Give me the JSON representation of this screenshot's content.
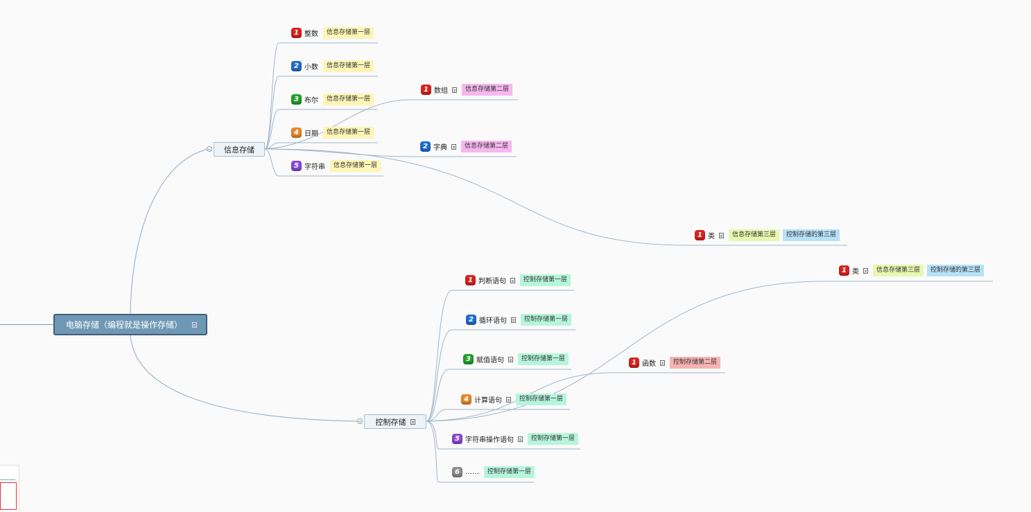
{
  "colors": {
    "line": "#9fb6ca",
    "tag_info1": "#fdf5b6",
    "tag_info2": "#f7b6ee",
    "tag_info3": "#e8f7b0",
    "tag_ctrl1": "#b6f5dc",
    "tag_ctrl2": "#f7b3b3",
    "tag_ctrl3": "#b7e1f7",
    "badge_red": "#d9231f",
    "badge_blue": "#1f6fd0",
    "badge_green": "#25a12b",
    "badge_orange": "#e8892a",
    "badge_purple": "#8a4ad6",
    "badge_gray": "#8c8c8c"
  },
  "root": {
    "label": "电脑存储（编程就是操作存储）"
  },
  "info": {
    "label": "信息存储",
    "items": [
      {
        "n": "1",
        "label": "整数",
        "tag": "信息存储第一层"
      },
      {
        "n": "2",
        "label": "小数",
        "tag": "信息存储第一层"
      },
      {
        "n": "3",
        "label": "布尔",
        "tag": "信息存储第一层"
      },
      {
        "n": "4",
        "label": "日期",
        "tag": "信息存储第一层"
      },
      {
        "n": "5",
        "label": "字符串",
        "tag": "信息存储第一层"
      }
    ],
    "level2": [
      {
        "n": "1",
        "label": "数组",
        "tag": "信息存储第二层"
      },
      {
        "n": "2",
        "label": "字典",
        "tag": "信息存储第二层"
      }
    ],
    "class": {
      "n": "1",
      "label": "类",
      "tag1": "信息存储第三层",
      "tag2": "控制存储的第三层"
    }
  },
  "control": {
    "label": "控制存储",
    "items": [
      {
        "n": "1",
        "label": "判断语句",
        "tag": "控制存储第一层"
      },
      {
        "n": "2",
        "label": "循环语句",
        "tag": "控制存储第一层"
      },
      {
        "n": "3",
        "label": "赋值语句",
        "tag": "控制存储第一层"
      },
      {
        "n": "4",
        "label": "计算语句",
        "tag": "控制存储第一层"
      },
      {
        "n": "5",
        "label": "字符串操作语句",
        "tag": "控制存储第一层"
      },
      {
        "n": "6",
        "label": "……",
        "tag": "控制存储第一层"
      }
    ],
    "func": {
      "n": "1",
      "label": "函数",
      "tag": "控制存储第二层"
    },
    "class": {
      "n": "1",
      "label": "类",
      "tag1": "信息存储第三层",
      "tag2": "控制存储的第三层"
    }
  }
}
